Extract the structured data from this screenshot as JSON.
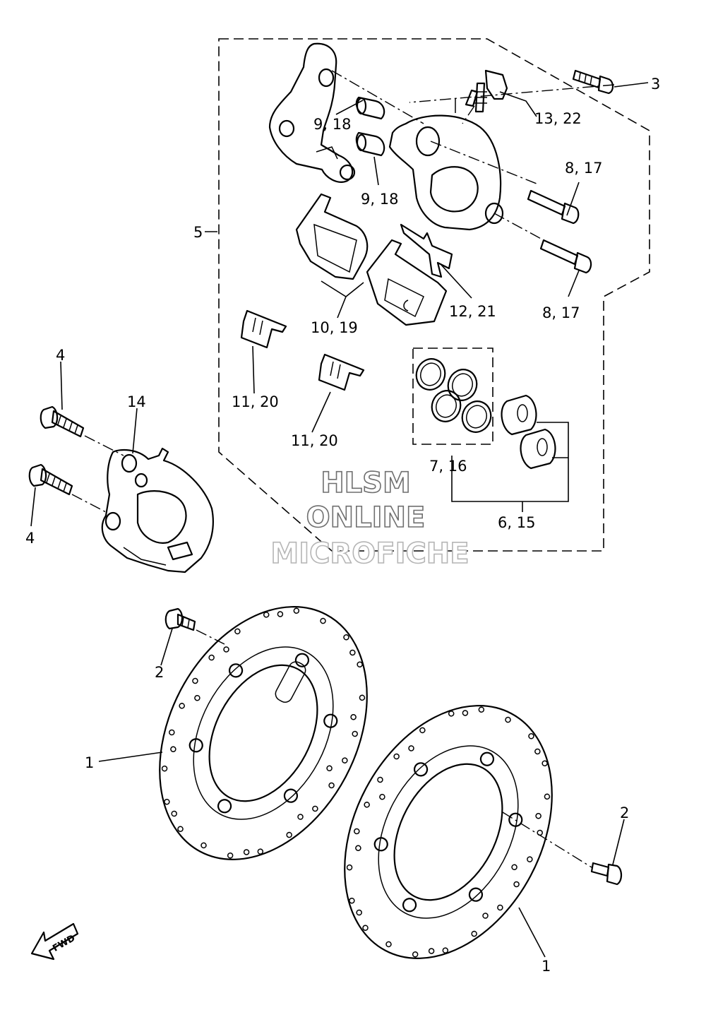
{
  "callouts": {
    "c1a": "1",
    "c1b": "1",
    "c2a": "2",
    "c2b": "2",
    "c3": "3",
    "c4a": "4",
    "c4b": "4",
    "c5": "5",
    "c6": "6, 15",
    "c7": "7, 16",
    "c8a": "8, 17",
    "c8b": "8, 17",
    "c9a": "9, 18",
    "c9b": "9, 18",
    "c10": "10, 19",
    "c11a": "11, 20",
    "c11b": "11, 20",
    "c12": "12, 21",
    "c13": "13, 22",
    "c14": "14"
  },
  "watermark": {
    "line1": "HLSM",
    "line2": "ONLINE",
    "line3": "MICROFICHE"
  },
  "fwd_label": "FWD"
}
